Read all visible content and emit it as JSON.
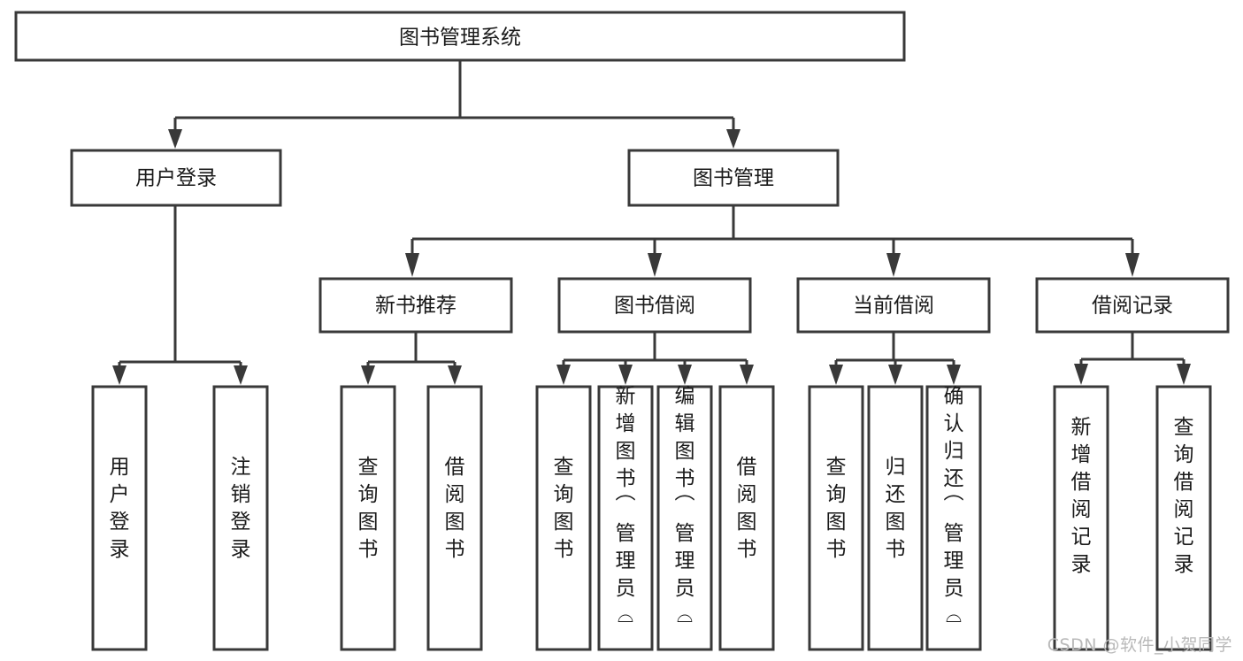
{
  "diagram": {
    "type": "tree-hierarchy-flowchart",
    "title": "图书管理系统",
    "watermark": "CSDN @软件_小贺同学",
    "colors": {
      "background": "#ffffff",
      "box_fill": "#ffffff",
      "box_stroke": "#393939",
      "text": "#1a1a1a",
      "watermark": "#b9b9b9"
    },
    "levels": [
      {
        "level": 1,
        "nodes": [
          {
            "id": "root",
            "label": "图书管理系统",
            "orientation": "horizontal"
          }
        ]
      },
      {
        "level": 2,
        "nodes": [
          {
            "id": "login",
            "label": "用户登录",
            "orientation": "horizontal",
            "parent": "root"
          },
          {
            "id": "bookmgmt",
            "label": "图书管理",
            "orientation": "horizontal",
            "parent": "root"
          }
        ]
      },
      {
        "level": 3,
        "nodes": [
          {
            "id": "newbook",
            "label": "新书推荐",
            "orientation": "horizontal",
            "parent": "bookmgmt"
          },
          {
            "id": "borrow",
            "label": "图书借阅",
            "orientation": "horizontal",
            "parent": "bookmgmt"
          },
          {
            "id": "current",
            "label": "当前借阅",
            "orientation": "horizontal",
            "parent": "bookmgmt"
          },
          {
            "id": "records",
            "label": "借阅记录",
            "orientation": "horizontal",
            "parent": "bookmgmt"
          }
        ]
      },
      {
        "level": 4,
        "nodes": [
          {
            "id": "leaf-login-1",
            "label": "用户登录",
            "orientation": "vertical",
            "parent": "login"
          },
          {
            "id": "leaf-login-2",
            "label": "注销登录",
            "orientation": "vertical",
            "parent": "login"
          },
          {
            "id": "leaf-newbook-1",
            "label": "查询图书",
            "orientation": "vertical",
            "parent": "newbook"
          },
          {
            "id": "leaf-newbook-2",
            "label": "借阅图书",
            "orientation": "vertical",
            "parent": "newbook"
          },
          {
            "id": "leaf-borrow-1",
            "label": "查询图书",
            "orientation": "vertical",
            "parent": "borrow"
          },
          {
            "id": "leaf-borrow-2",
            "label": "新增图书（管理员）",
            "orientation": "vertical",
            "parent": "borrow"
          },
          {
            "id": "leaf-borrow-3",
            "label": "编辑图书（管理员）",
            "orientation": "vertical",
            "parent": "borrow"
          },
          {
            "id": "leaf-borrow-4",
            "label": "借阅图书",
            "orientation": "vertical",
            "parent": "borrow"
          },
          {
            "id": "leaf-current-1",
            "label": "查询图书",
            "orientation": "vertical",
            "parent": "current"
          },
          {
            "id": "leaf-current-2",
            "label": "归还图书",
            "orientation": "vertical",
            "parent": "current"
          },
          {
            "id": "leaf-current-3",
            "label": "确认归还（管理员）",
            "orientation": "vertical",
            "parent": "current"
          },
          {
            "id": "leaf-records-1",
            "label": "新增借阅记录",
            "orientation": "vertical",
            "parent": "records"
          },
          {
            "id": "leaf-records-2",
            "label": "查询借阅记录",
            "orientation": "vertical",
            "parent": "records"
          }
        ]
      }
    ]
  }
}
